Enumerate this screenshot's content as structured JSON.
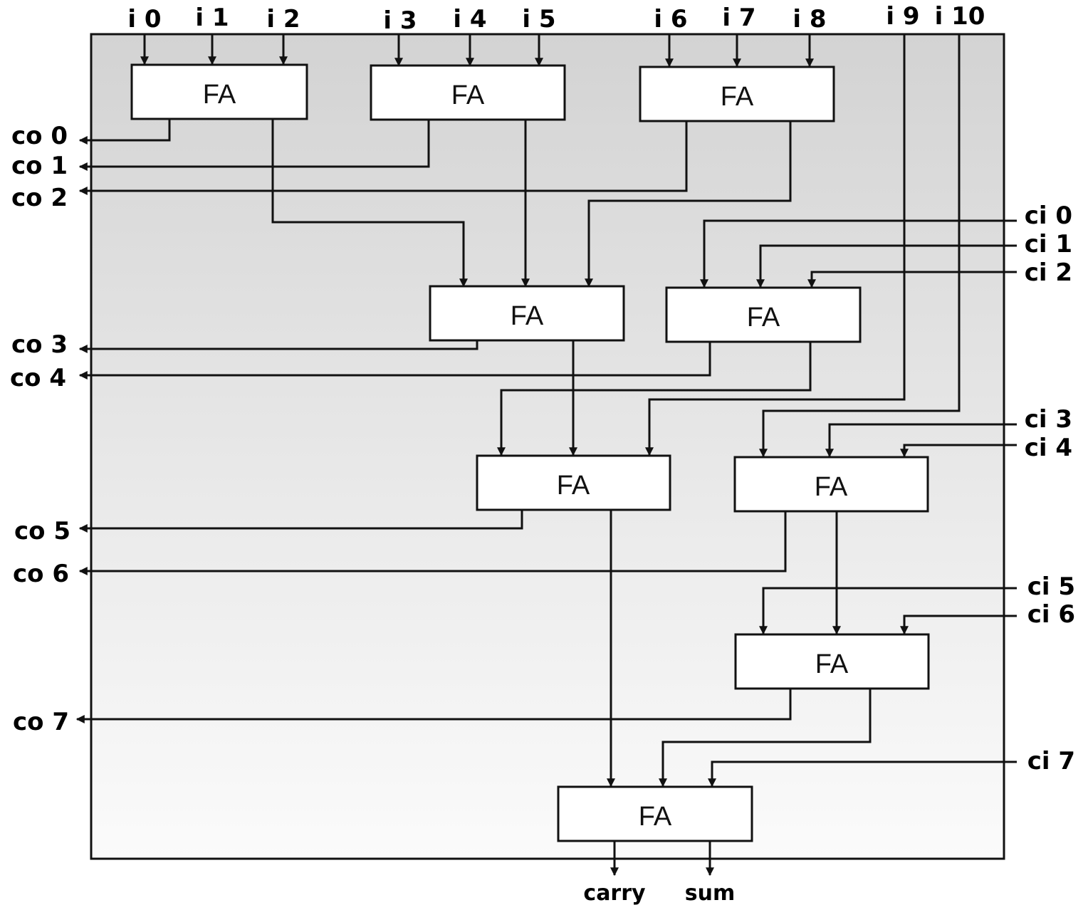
{
  "inputs_top": [
    "i 0",
    "i 1",
    "i 2",
    "i 3",
    "i 4",
    "i 5",
    "i 6",
    "i 7",
    "i 8",
    "i 9",
    "i 10"
  ],
  "carry_outs": [
    "co 0",
    "co 1",
    "co 2",
    "co 3",
    "co 4",
    "co 5",
    "co 6",
    "co 7"
  ],
  "carry_ins": [
    "ci 0",
    "ci 1",
    "ci 2",
    "ci 3",
    "ci 4",
    "ci 5",
    "ci 6",
    "ci 7"
  ],
  "full_adders": [
    "FA",
    "FA",
    "FA",
    "FA",
    "FA",
    "FA",
    "FA",
    "FA"
  ],
  "outputs": [
    "carry",
    "sum"
  ],
  "colors": {
    "background_top": "#d4d4d4",
    "background_bottom": "#fafafa",
    "line": "#111111",
    "box_fill": "#ffffff"
  }
}
